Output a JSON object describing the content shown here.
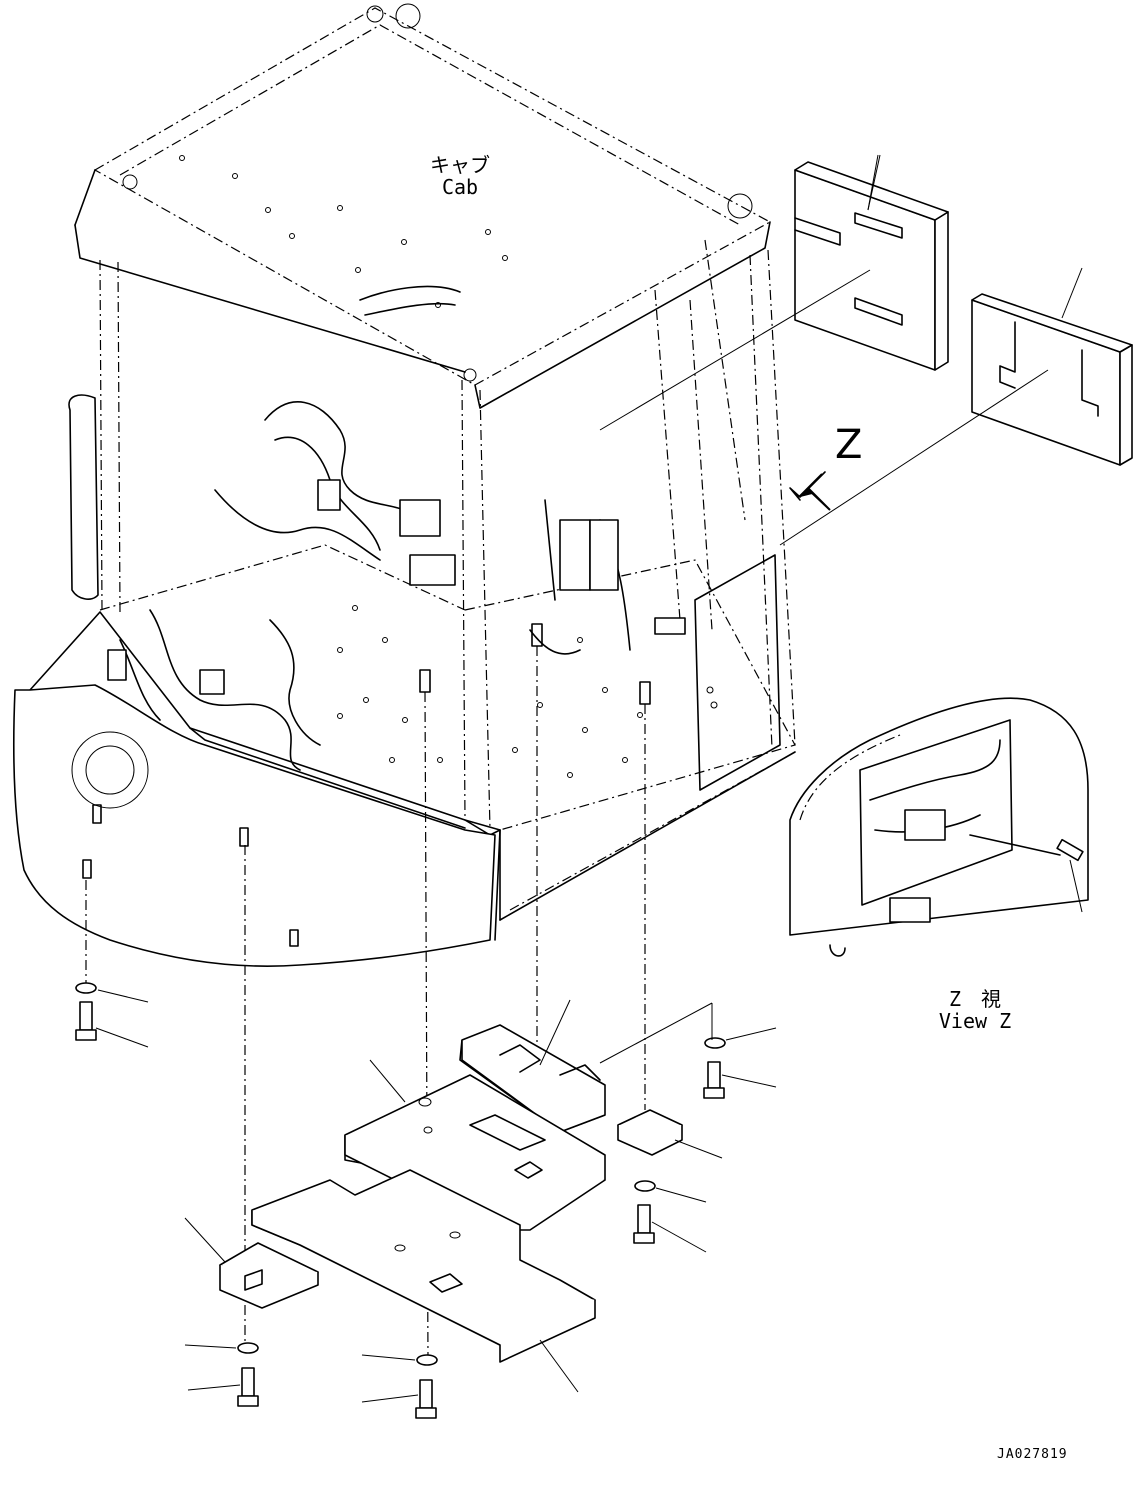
{
  "labels": {
    "cab_jp": "キャブ",
    "cab_en": "Cab",
    "view_jp": "Z　視",
    "view_en": "View Z",
    "z_marker": "Z",
    "drawing_code": "JA027819"
  }
}
